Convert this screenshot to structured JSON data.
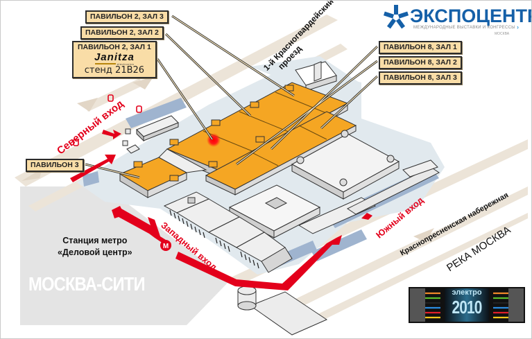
{
  "map": {
    "title": "Схема выставочного комплекса Экспоцентр",
    "hall_labels": {
      "pav2_hall3": "ПАВИЛЬОН 2, ЗАЛ 3",
      "pav2_hall2": "ПАВИЛЬОН 2, ЗАЛ 2",
      "pav2_hall1": "ПАВИЛЬОН 2, ЗАЛ 1",
      "pav8_hall1": "ПАВИЛЬОН 8, ЗАЛ 1",
      "pav8_hall2": "ПАВИЛЬОН 8, ЗАЛ 2",
      "pav8_hall3": "ПАВИЛЬОН 8, ЗАЛ 3",
      "pav3": "ПАВИЛЬОН 3"
    },
    "exhibitor": {
      "brand": "Janitza",
      "brand_sub": "electronics",
      "stand": "стенд 21В26"
    },
    "streets": {
      "north": "1-й Красногвардейский проезд",
      "north_line1": "1-й Красногвардейский",
      "north_line2": "проезд",
      "embankment": "Краснопресненская набережная",
      "river": "РЕКА МОСКВА"
    },
    "entrances": {
      "north": "Северный вход",
      "west": "Западный вход",
      "south": "Южный вход"
    },
    "metro": {
      "symbol": "М",
      "line1": "Станция метро",
      "line2": "«Деловой центр»"
    },
    "district": "МОСКВА-СИТИ",
    "colors": {
      "pavilion_highlight": "#f5a623",
      "entrance_red": "#e3001b",
      "label_bg": "#f9dda7",
      "brand_blue": "#1560a8"
    }
  },
  "logo": {
    "title": "ЭКСПОЦЕНТР",
    "subtitle": "МЕЖДУНАРОДНЫЕ ВЫСТАВКИ И КОНГРЕССЫ",
    "city": "МОСКВА"
  },
  "event_badge": {
    "title": "электро",
    "year": "2010"
  }
}
